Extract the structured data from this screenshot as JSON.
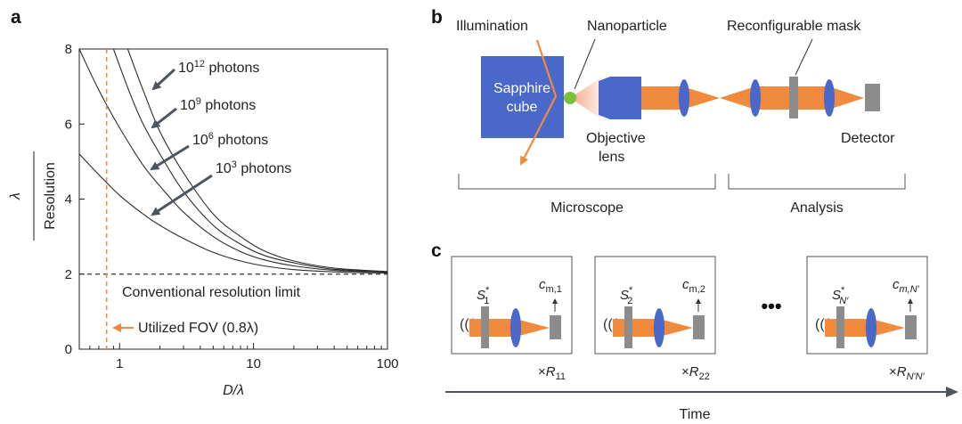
{
  "panels": {
    "a": "a",
    "b": "b",
    "c": "c"
  },
  "chart_data": {
    "type": "line",
    "xscale": "log",
    "xlim": [
      0.5,
      100
    ],
    "ylim": [
      0,
      8
    ],
    "xticks": [
      1,
      10,
      100
    ],
    "xtick_labels": [
      "1",
      "10",
      "100"
    ],
    "yticks": [
      0,
      2,
      4,
      6,
      8
    ],
    "ytick_labels": [
      "0",
      "2",
      "4",
      "6",
      "8"
    ],
    "xlabel": "D/λ",
    "ylabel_numerator": "λ",
    "ylabel_denominator": "Resolution",
    "series": [
      {
        "name_base": "10",
        "name_exp": "12",
        "name_suffix": " photons",
        "x": [
          1.15,
          1.5,
          2,
          3,
          5,
          8,
          12,
          20,
          40,
          100
        ],
        "y": [
          8.0,
          6.9,
          5.8,
          4.7,
          3.6,
          3.0,
          2.62,
          2.35,
          2.16,
          2.07
        ]
      },
      {
        "name_base": "10",
        "name_exp": "9",
        "name_suffix": " photons",
        "x": [
          0.9,
          1.2,
          1.5,
          2,
          3,
          5,
          8,
          12,
          20,
          40,
          100
        ],
        "y": [
          8.0,
          6.8,
          6.0,
          5.2,
          4.2,
          3.3,
          2.8,
          2.5,
          2.3,
          2.13,
          2.06
        ]
      },
      {
        "name_base": "10",
        "name_exp": "6",
        "name_suffix": " photons",
        "x": [
          0.5,
          0.7,
          1,
          1.5,
          2,
          3,
          5,
          8,
          12,
          20,
          40,
          100
        ],
        "y": [
          8.0,
          6.9,
          5.9,
          4.9,
          4.35,
          3.65,
          3.0,
          2.6,
          2.38,
          2.22,
          2.1,
          2.05
        ]
      },
      {
        "name_base": "10",
        "name_exp": "3",
        "name_suffix": " photons",
        "x": [
          0.5,
          0.7,
          1,
          1.5,
          2,
          3,
          5,
          8,
          12,
          20,
          40,
          100
        ],
        "y": [
          5.2,
          4.65,
          4.1,
          3.6,
          3.3,
          2.95,
          2.58,
          2.35,
          2.22,
          2.12,
          2.06,
          2.03
        ]
      }
    ],
    "limit_line": {
      "y": 2,
      "label": "Conventional resolution limit"
    },
    "fov_line": {
      "x": 0.8,
      "label": "Utilized FOV (0.8λ)"
    }
  },
  "diagram_b": {
    "illumination": "Illumination",
    "nanoparticle": "Nanoparticle",
    "mask": "Reconfigurable mask",
    "sapphire_1": "Sapphire",
    "sapphire_2": "cube",
    "objective_1": "Objective",
    "objective_2": "lens",
    "detector": "Detector",
    "microscope": "Microscope",
    "analysis": "Analysis"
  },
  "diagram_c": {
    "frames": [
      {
        "s_base": "S",
        "s_sub": "1",
        "c_base": "c",
        "c_sub": "m,1",
        "r_base": "R",
        "r_sub": "11"
      },
      {
        "s_base": "S",
        "s_sub": "2",
        "c_base": "c",
        "c_sub": "m,2",
        "r_base": "R",
        "r_sub": "22"
      },
      {
        "s_base": "S",
        "s_sub": "N′",
        "c_base": "c",
        "c_sub": "m,N′",
        "r_base": "R",
        "r_sub": "N′N′"
      }
    ],
    "star": "*",
    "times": "×",
    "ellipsis": "•••",
    "time_label": "Time"
  },
  "colors": {
    "orange": "#f08a3c",
    "blue": "#4a68c9",
    "gray": "#8c8c8c",
    "green": "#7cbf3a",
    "axis": "#222222"
  }
}
